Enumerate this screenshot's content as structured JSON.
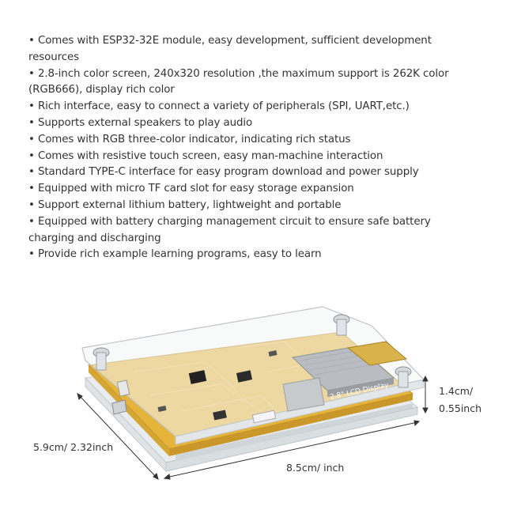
{
  "features": [
    "• Comes with ESP32-32E module, easy development, sufficient development",
    "resources",
    "• 2.8-inch color screen, 240x320 resolution ,the maximum support is 262K color",
    "(RGB666), display rich color",
    "• Rich interface, easy to connect a variety of peripherals (SPI, UART,etc.)",
    "• Supports external speakers to play audio",
    "• Comes with RGB three-color indicator, indicating rich status",
    "• Comes with resistive touch screen, easy man-machine interaction",
    "• Standard TYPE-C interface for easy program download and power supply",
    "• Equipped with micro TF card slot for easy storage expansion",
    "• Support external lithium battery, lightweight and portable",
    "• Equipped with battery charging management circuit to ensure safe battery",
    "charging and discharging",
    "• Provide rich example learning programs, easy to learn"
  ],
  "dimensions": {
    "height_line1": "1.4cm/",
    "height_line2": "0.55inch",
    "width": "5.9cm/ 2.32inch",
    "length": "8.5cm/ inch"
  },
  "product_image": {
    "description_icon": "esp32-display-board-photo",
    "board_silkscreen": "2.8\" LCD Display"
  },
  "colors": {
    "pcb": "#e6b43a",
    "acrylic": "#eef1f2",
    "text": "#333333"
  }
}
